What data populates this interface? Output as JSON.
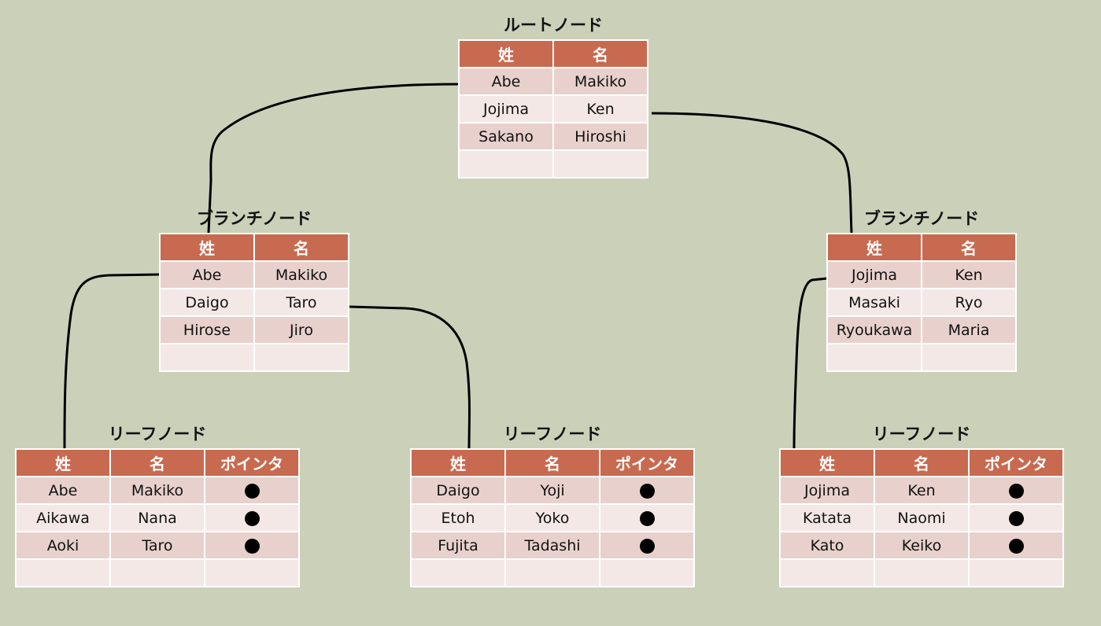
{
  "nodes": {
    "root": {
      "title": "ルートノード",
      "headers": [
        "姓",
        "名"
      ],
      "rows": [
        [
          "Abe",
          "Makiko"
        ],
        [
          "Jojima",
          "Ken"
        ],
        [
          "Sakano",
          "Hiroshi"
        ],
        [
          "",
          ""
        ]
      ]
    },
    "branch_left": {
      "title": "ブランチノード",
      "headers": [
        "姓",
        "名"
      ],
      "rows": [
        [
          "Abe",
          "Makiko"
        ],
        [
          "Daigo",
          "Taro"
        ],
        [
          "Hirose",
          "Jiro"
        ],
        [
          "",
          ""
        ]
      ]
    },
    "branch_right": {
      "title": "ブランチノード",
      "headers": [
        "姓",
        "名"
      ],
      "rows": [
        [
          "Jojima",
          "Ken"
        ],
        [
          "Masaki",
          "Ryo"
        ],
        [
          "Ryoukawa",
          "Maria"
        ],
        [
          "",
          ""
        ]
      ]
    },
    "leaf_1": {
      "title": "リーフノード",
      "headers": [
        "姓",
        "名",
        "ポインタ"
      ],
      "rows": [
        [
          "Abe",
          "Makiko",
          "●"
        ],
        [
          "Aikawa",
          "Nana",
          "●"
        ],
        [
          "Aoki",
          "Taro",
          "●"
        ],
        [
          "",
          "",
          ""
        ]
      ]
    },
    "leaf_2": {
      "title": "リーフノード",
      "headers": [
        "姓",
        "名",
        "ポインタ"
      ],
      "rows": [
        [
          "Daigo",
          "Yoji",
          "●"
        ],
        [
          "Etoh",
          "Yoko",
          "●"
        ],
        [
          "Fujita",
          "Tadashi",
          "●"
        ],
        [
          "",
          "",
          ""
        ]
      ]
    },
    "leaf_3": {
      "title": "リーフノード",
      "headers": [
        "姓",
        "名",
        "ポインタ"
      ],
      "rows": [
        [
          "Jojima",
          "Ken",
          "●"
        ],
        [
          "Katata",
          "Naomi",
          "●"
        ],
        [
          "Kato",
          "Keiko",
          "●"
        ],
        [
          "",
          "",
          ""
        ]
      ]
    }
  }
}
